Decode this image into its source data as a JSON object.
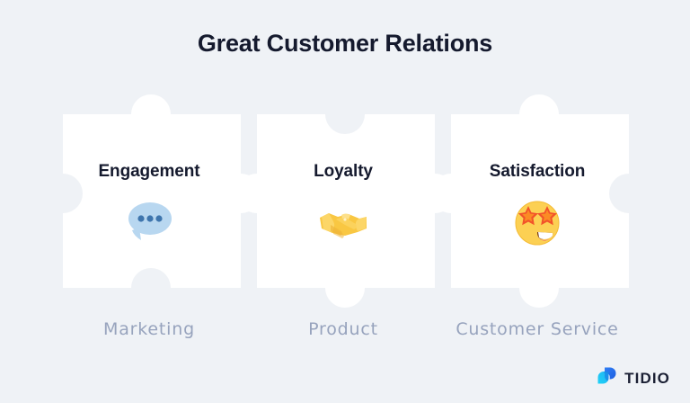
{
  "page": {
    "title": "Great Customer Relations",
    "background_color": "#eff2f6"
  },
  "diagram": {
    "type": "puzzle-pieces",
    "piece_color": "#ffffff",
    "pieces": [
      {
        "title": "Engagement",
        "icon": "speech-bubble-dots-icon",
        "icon_color": "#b8d7f0",
        "caption": "Marketing"
      },
      {
        "title": "Loyalty",
        "icon": "handshake-icon",
        "icon_color": "#fcc951",
        "caption": "Product"
      },
      {
        "title": "Satisfaction",
        "icon": "star-struck-face-icon",
        "icon_color": "#fcd053",
        "caption": "Customer Service"
      }
    ]
  },
  "brand": {
    "name": "TIDIO",
    "logo_icon": "tidio-chat-bubble-logo",
    "logo_color_start": "#21d3f5",
    "logo_color_end": "#1f6ef0",
    "wordmark_color": "#1b2034"
  }
}
